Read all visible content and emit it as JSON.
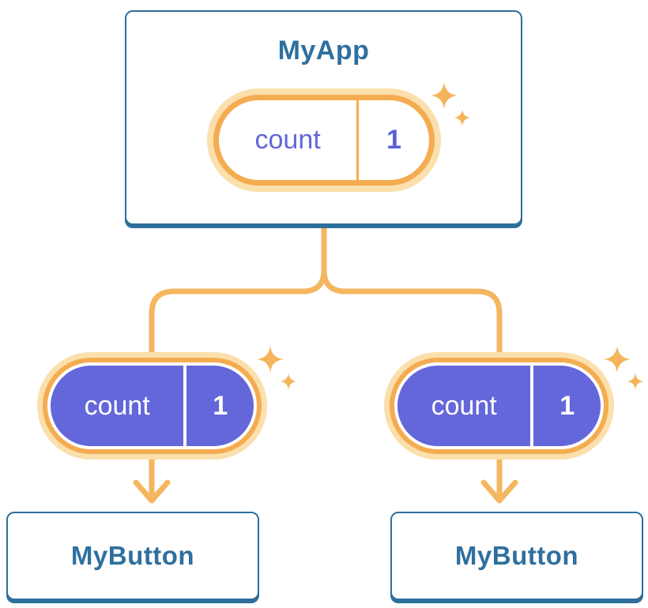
{
  "diagram": {
    "root": {
      "title": "MyApp",
      "state": {
        "name": "count",
        "value": "1"
      }
    },
    "children": [
      {
        "title": "MyButton",
        "state": {
          "name": "count",
          "value": "1"
        }
      },
      {
        "title": "MyButton",
        "state": {
          "name": "count",
          "value": "1"
        }
      }
    ]
  },
  "colors": {
    "card_border_blue": "#2E6F9C",
    "card_text_blue": "#2F6F9F",
    "pill_ring_orange": "#F4AC51",
    "pill_glow_orange": "#FBDFAC",
    "connector_orange": "#F6B65F",
    "sparkle_orange": "#F5B45C",
    "state_pill_purple": "#6467D9",
    "state_text_purple": "#6267D9",
    "background": "#FFFFFF"
  }
}
